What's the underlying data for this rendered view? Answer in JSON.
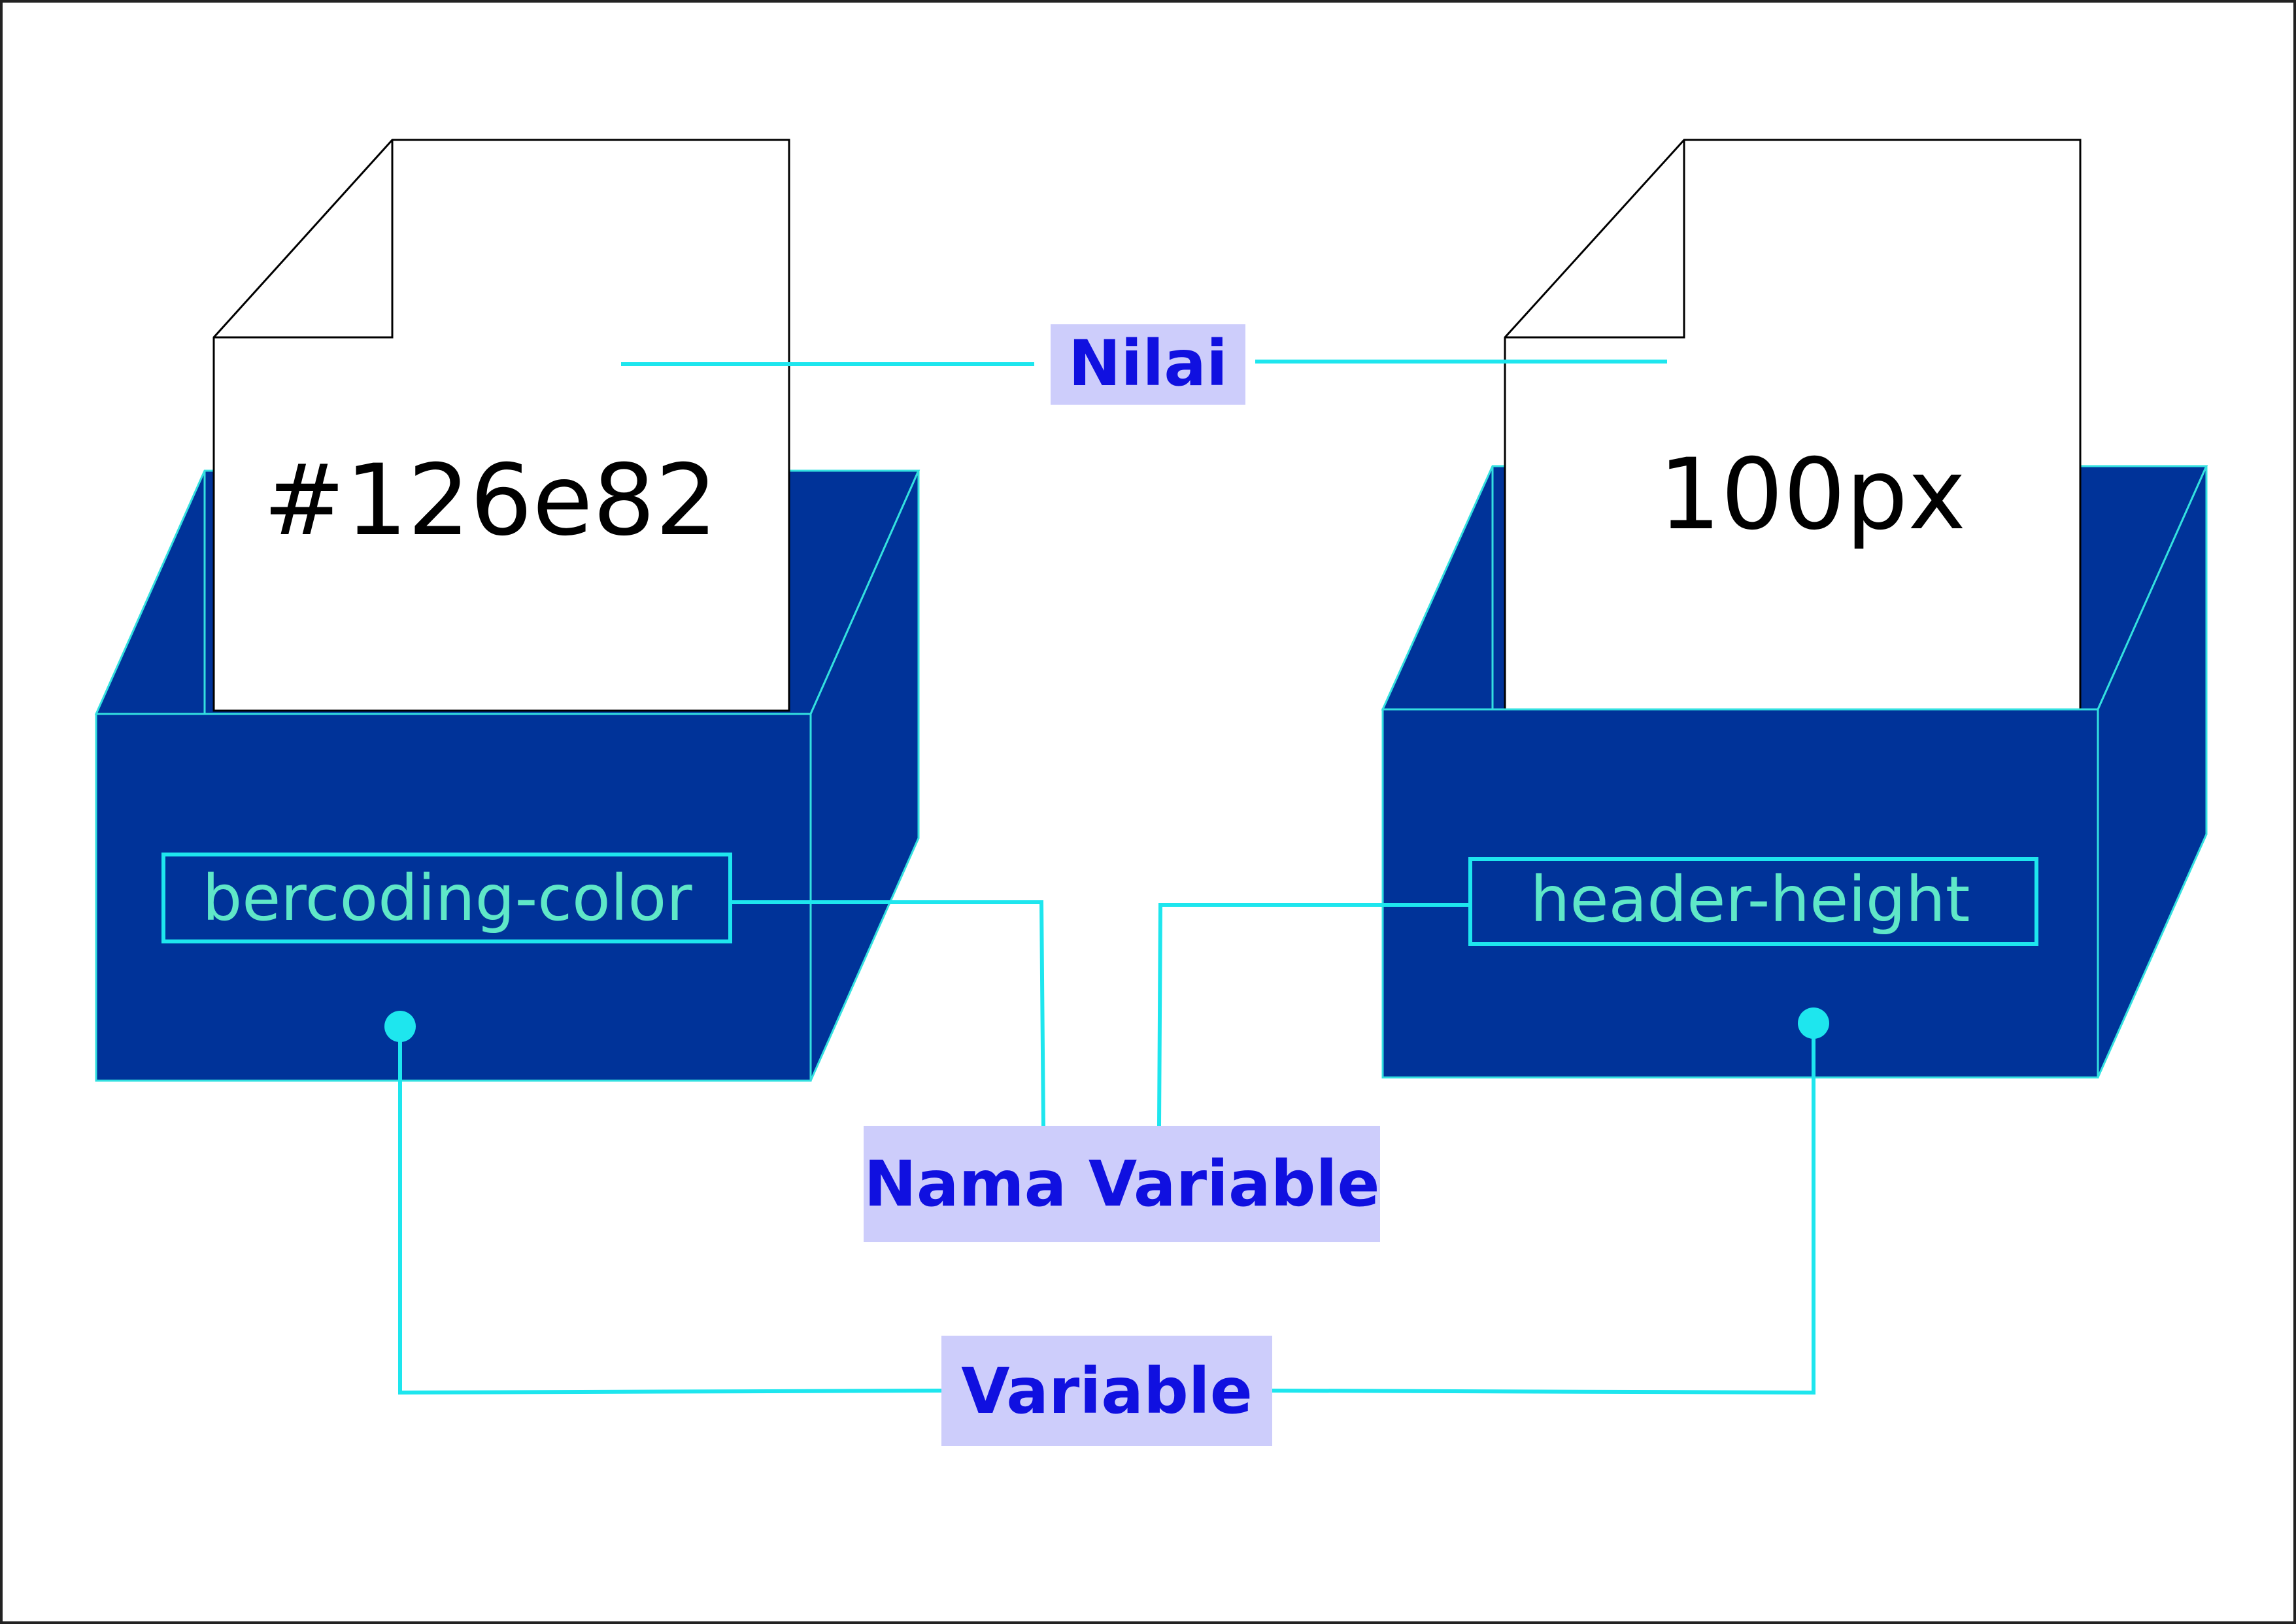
{
  "colors": {
    "box_blue": "#003399",
    "box_edge": "#33e0e0",
    "connector": "#1ee6ee",
    "label_bg": "#cdcdfb",
    "label_text": "#1010e0",
    "name_text": "#5fe7c8",
    "value_text": "#000000"
  },
  "variables": [
    {
      "name": "bercoding-color",
      "value": "#126e82"
    },
    {
      "name": "header-height",
      "value": "100px"
    }
  ],
  "labels": {
    "value": "Nilai",
    "variable_name": "Nama Variable",
    "variable": "Variable"
  }
}
